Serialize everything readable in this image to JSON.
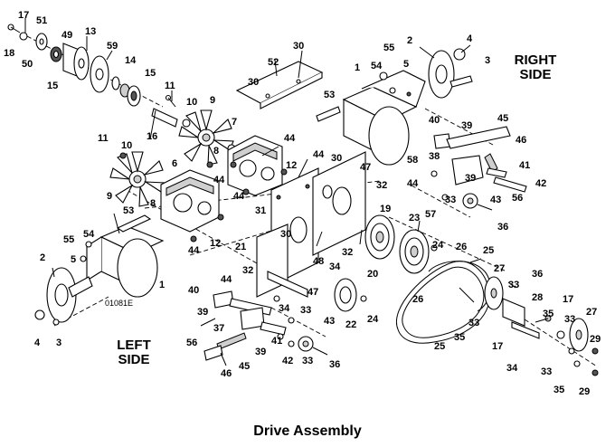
{
  "title": "Drive Assembly",
  "sides": {
    "right": "RIGHT\nSIDE",
    "left": "LEFT\nSIDE"
  },
  "part_code": "01081E",
  "callouts": {
    "c17a": "17",
    "c51": "51",
    "c13": "13",
    "c18": "18",
    "c50": "50",
    "c49": "49",
    "c15a": "15",
    "c59": "59",
    "c14": "14",
    "c15b": "15",
    "c11a": "11",
    "c10a": "10",
    "c9a": "9",
    "c16": "16",
    "c7": "7",
    "c8a": "8",
    "c44a": "44",
    "c12a": "12",
    "c44b": "44",
    "c11b": "11",
    "c10b": "10",
    "c9b": "9",
    "c6": "6",
    "c8b": "8",
    "c44c": "44",
    "c44d": "44",
    "c12b": "12",
    "c52": "52",
    "c30a": "30",
    "c30b": "30",
    "c53a": "53",
    "c1a": "1",
    "c54a": "54",
    "c55a": "55",
    "c5a": "5",
    "c2a": "2",
    "c4a": "4",
    "c3a": "3",
    "c40a": "40",
    "c39a": "39",
    "c45a": "45",
    "c46a": "46",
    "c58": "58",
    "c38": "38",
    "c39b": "39",
    "c41a": "41",
    "c44e": "44",
    "c56a": "56",
    "c42a": "42",
    "c33a": "33",
    "c57": "57",
    "c43a": "43",
    "c36a": "36",
    "c44f": "44",
    "c30c": "30",
    "c47a": "47",
    "c32a": "32",
    "c31": "31",
    "c19": "19",
    "c23": "23",
    "c24a": "24",
    "c26a": "26",
    "c25a": "25",
    "c21": "21",
    "c30d": "30",
    "c32b": "32",
    "c48": "48",
    "c34a": "34",
    "c20": "20",
    "c32c": "32",
    "c27a": "27",
    "c36b": "36",
    "c33b": "33",
    "c28": "28",
    "c26b": "26",
    "c33c": "33",
    "c35a": "35",
    "c17b": "17",
    "c33d": "33",
    "c27b": "27",
    "c25b": "25",
    "c17c": "17",
    "c34b": "34",
    "c29a": "29",
    "c33e": "33",
    "c35b": "35",
    "c29b": "29",
    "c44g": "44",
    "c47b": "47",
    "c34c": "34",
    "c22": "22",
    "c24b": "24",
    "c40b": "40",
    "c39c": "39",
    "c37": "37",
    "c33f": "33",
    "c35c": "35",
    "c43b": "43",
    "c41b": "41",
    "c39d": "39",
    "c56b": "56",
    "c45b": "45",
    "c46b": "46",
    "c42b": "42",
    "c33g": "33",
    "c36c": "36",
    "c53b": "53",
    "c55b": "55",
    "c54b": "54",
    "c5b": "5",
    "c2b": "2",
    "c1b": "1",
    "c4b": "4",
    "c3b": "3"
  }
}
